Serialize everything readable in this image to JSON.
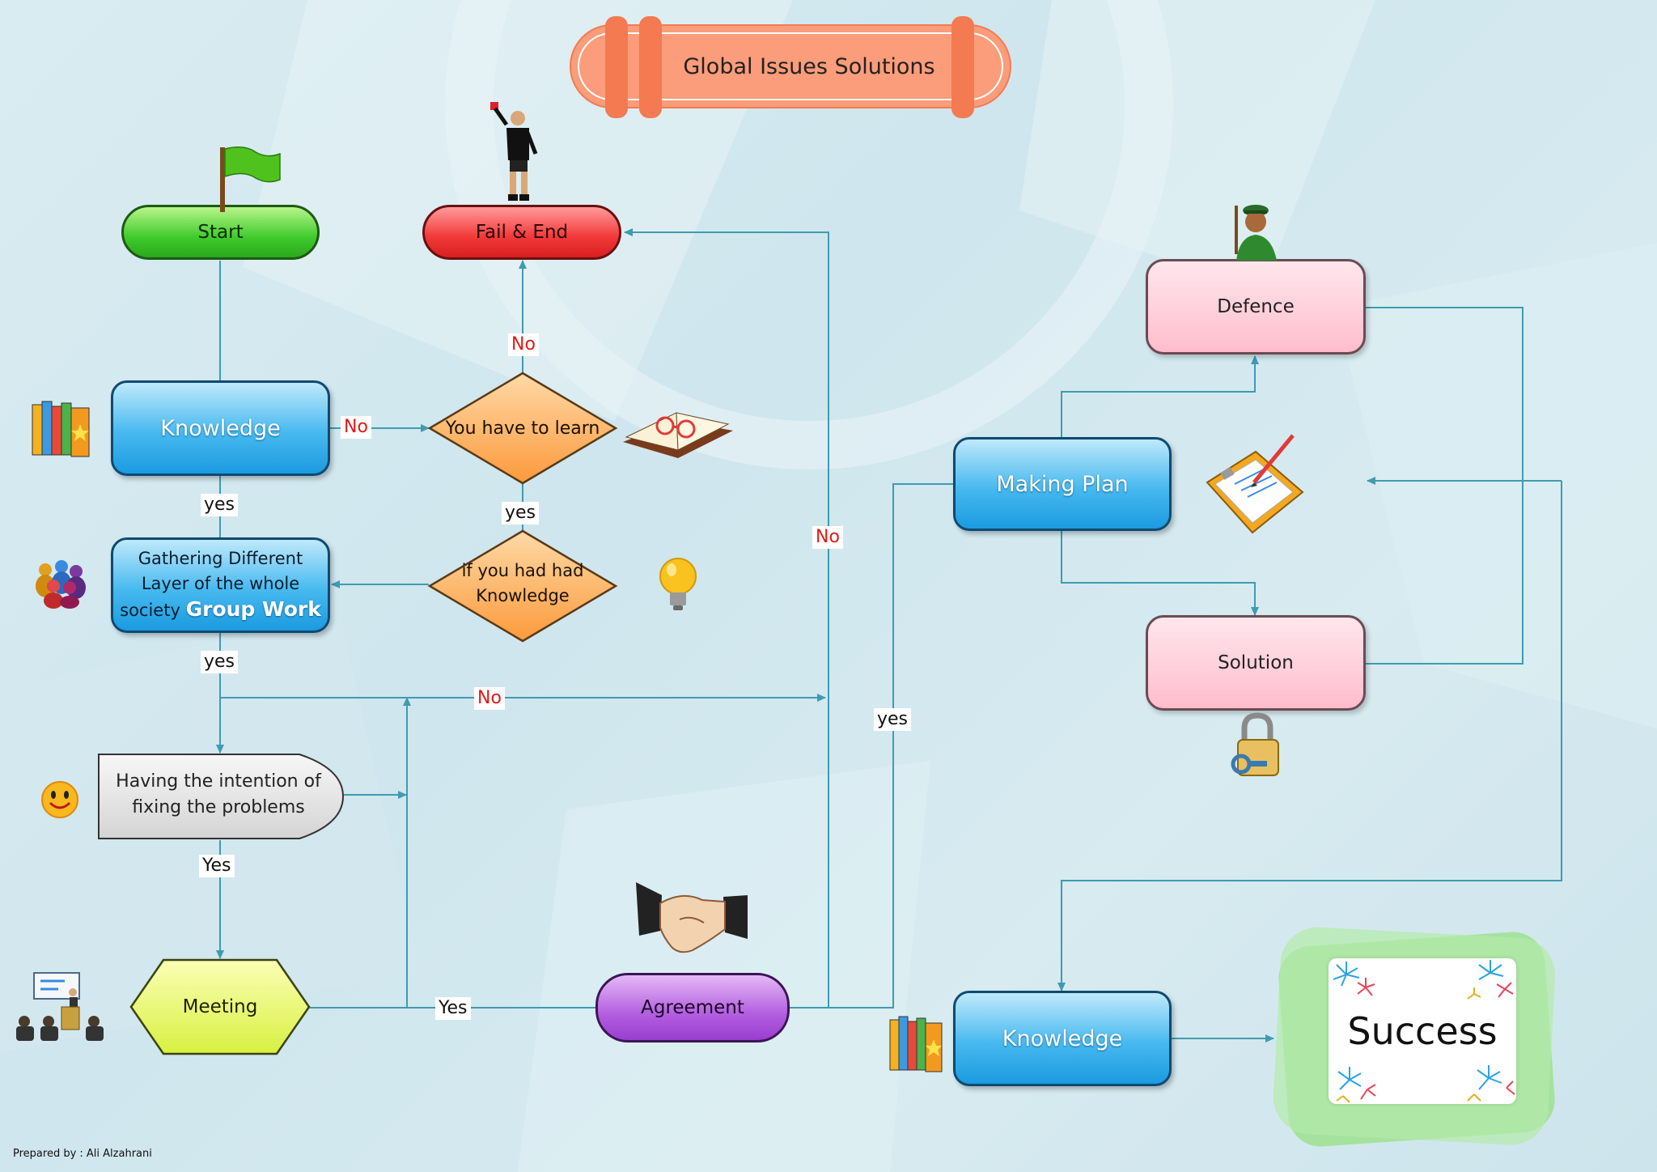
{
  "title": "Global Issues Solutions",
  "credit": "Prepared by : Ali Alzahrani",
  "nodes": {
    "start": "Start",
    "fail_end": "Fail & End",
    "knowledge_top": "Knowledge",
    "learn": "You have to learn",
    "had_knowledge_l1": "if you had had",
    "had_knowledge_l2": "Knowledge",
    "gather_l1": "Gathering Different",
    "gather_l2": "Layer of the whole",
    "gather_l3a": "society",
    "gather_l3b": "Group Work",
    "intention_l1": "Having the intention of",
    "intention_l2": "fixing the problems",
    "meeting": "Meeting",
    "agreement": "Agreement",
    "making_plan": "Making Plan",
    "defence": "Defence",
    "solution": "Solution",
    "knowledge_bottom": "Knowledge",
    "success": "Success"
  },
  "edge_labels": {
    "no_knowledge": "No",
    "no_learn": "No",
    "yes_learn": "yes",
    "yes_knowledge": "yes",
    "yes_gather": "yes",
    "no_gather": "No",
    "yes_intention": "Yes",
    "yes_meeting": "Yes",
    "no_agreement": "No",
    "yes_agreement": "yes"
  },
  "icons": [
    "flag-icon",
    "referee-icon",
    "books-icon",
    "book-glasses-icon",
    "people-icon",
    "lightbulb-icon",
    "smiley-icon",
    "presentation-icon",
    "handshake-icon",
    "soldier-icon",
    "clipboard-icon",
    "padlock-icon",
    "fireworks-icon"
  ],
  "colors": {
    "title_fill": "#fb9c7a",
    "title_dark": "#f47a52",
    "connector": "#3f9bb0",
    "start": "#3fcb2c",
    "fail": "#f23838",
    "process": "#33adec",
    "decision": "#fdb260",
    "meeting": "#e6f57a",
    "agreement": "#b35ee0",
    "pink_box": "#ffd0dc",
    "success_frame": "#9ee18f"
  }
}
